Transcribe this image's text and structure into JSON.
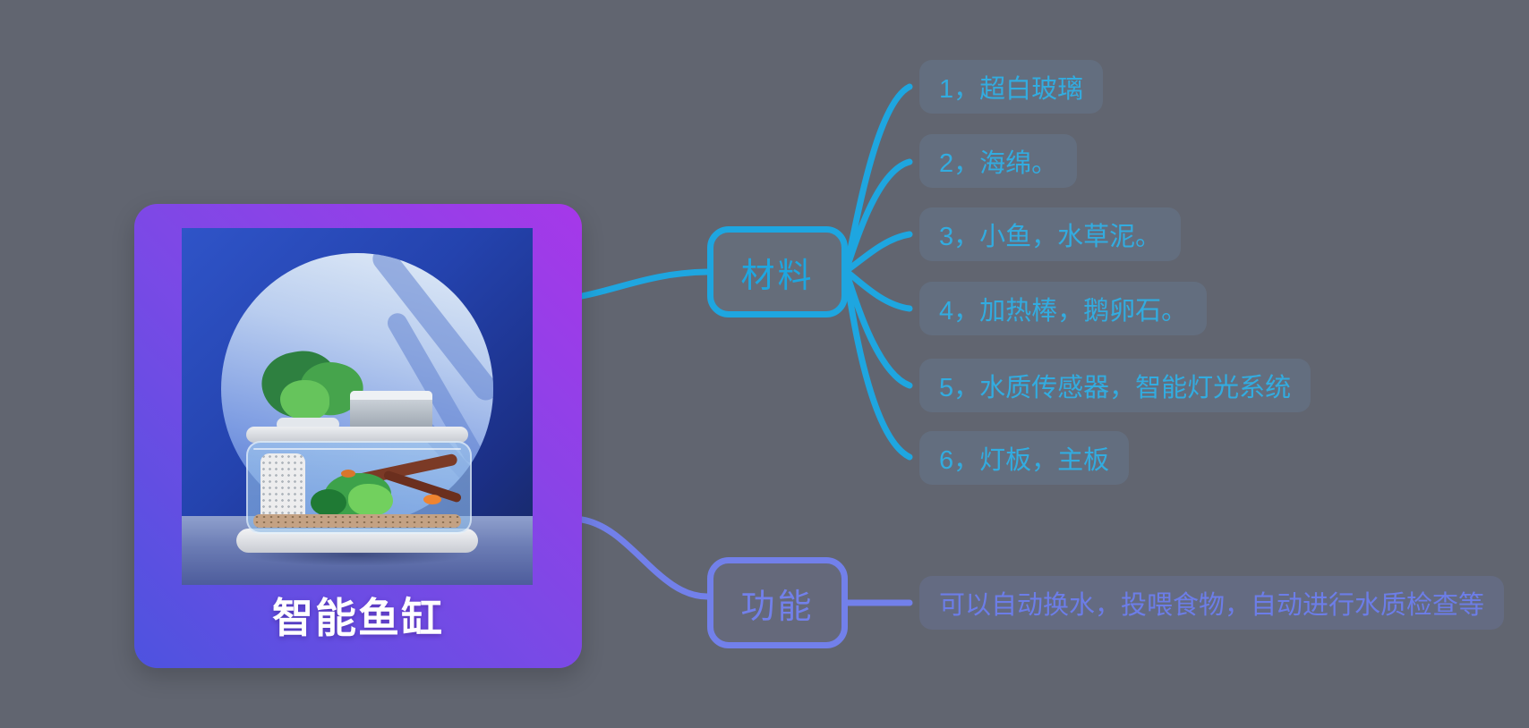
{
  "app": {
    "background_color": "#616570",
    "title": "智能鱼缸思维导图"
  },
  "root": {
    "label": "智能鱼缸",
    "photo": "smart-fish-tank-product-photo",
    "gradient_start": "#4d53df",
    "gradient_end": "#a638e9",
    "label_color": "#ffffff"
  },
  "branches": {
    "materials": {
      "label": "材料",
      "color": "#1ea6e0",
      "item_text_color": "#32ace0",
      "items": [
        "1，超白玻璃",
        "2，海绵。",
        "3，小鱼，水草泥。",
        "4，加热棒，鹅卵石。",
        "5，水质传感器，智能灯光系统",
        "6，灯板，主板"
      ]
    },
    "functions": {
      "label": "功能",
      "color": "#7280ea",
      "item_text_color": "#6c7de8",
      "items": [
        "可以自动换水，投喂食物，自动进行水质检查等"
      ]
    }
  }
}
